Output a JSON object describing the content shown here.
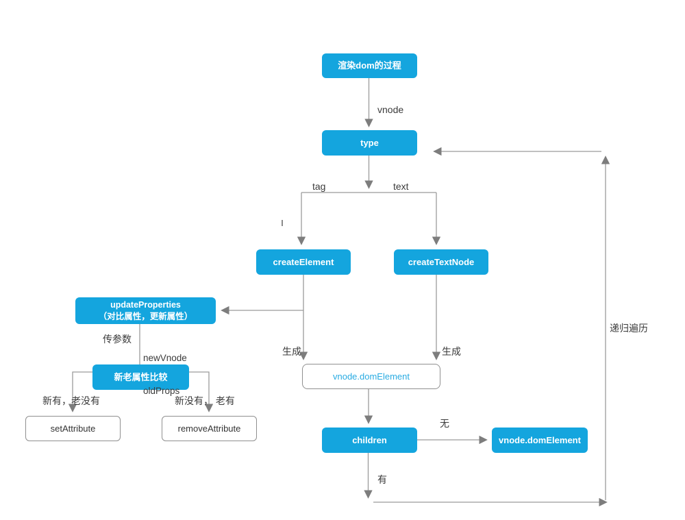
{
  "diagram": {
    "title": "渲染dom的过程",
    "nodes": {
      "start": {
        "label": "渲染dom的过程"
      },
      "type": {
        "label": "type"
      },
      "createElement": {
        "label": "createElement"
      },
      "createTextNode": {
        "label": "createTextNode"
      },
      "updateProperties": {
        "line1": "updateProperties",
        "line2": "（对比属性，更新属性）"
      },
      "compare": {
        "label": "新老属性比较"
      },
      "setAttribute": {
        "label": "setAttribute"
      },
      "removeAttribute": {
        "label": "removeAttribute"
      },
      "vnodeDomElement": {
        "label": "vnode.domElement"
      },
      "children": {
        "label": "children"
      },
      "vnodeDomElement2": {
        "label": "vnode.domElement"
      }
    },
    "edge_labels": {
      "vnode": "vnode",
      "tag": "tag",
      "text": "text",
      "generate_left": "生成",
      "generate_right": "生成",
      "pass_params": "传参数",
      "new_vnode": "newVnode",
      "old_props": "oldProps",
      "new_has_old_not": "新有，老没有",
      "new_not_old_has": "新没有， 老有",
      "none": "无",
      "has": "有",
      "recursive": "递归遍历"
    },
    "colors": {
      "node_fill": "#14a5de",
      "node_text": "#ffffff",
      "outline_border": "#8f8f8f",
      "link_text": "#29abe2",
      "edge_stroke": "#9b9b9b",
      "arrowhead": "#7d7d7d",
      "label_text": "#3a3a3a"
    }
  }
}
